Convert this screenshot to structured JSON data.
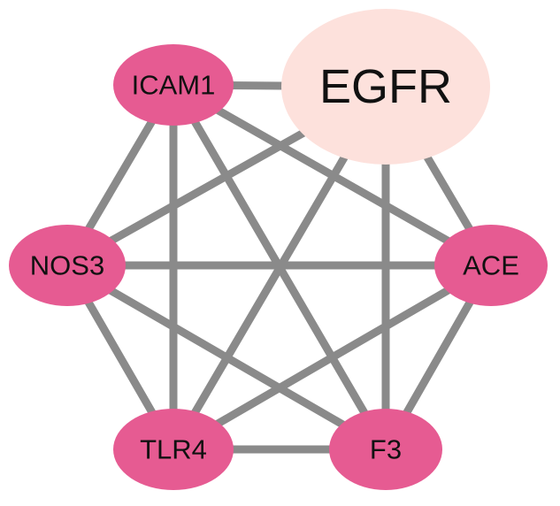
{
  "colors": {
    "edge": "#8a8a8a",
    "node_default": "#e65b92",
    "node_highlight": "#fde1dc",
    "label": "#111111"
  },
  "nodes": [
    {
      "id": "EGFR",
      "label": "EGFR",
      "color": "#fde1dc"
    },
    {
      "id": "ICAM1",
      "label": "ICAM1",
      "color": "#e65b92"
    },
    {
      "id": "NOS3",
      "label": "NOS3",
      "color": "#e65b92"
    },
    {
      "id": "ACE",
      "label": "ACE",
      "color": "#e65b92"
    },
    {
      "id": "TLR4",
      "label": "TLR4",
      "color": "#e65b92"
    },
    {
      "id": "F3",
      "label": "F3",
      "color": "#e65b92"
    }
  ],
  "edges": [
    [
      "EGFR",
      "ICAM1"
    ],
    [
      "EGFR",
      "NOS3"
    ],
    [
      "EGFR",
      "ACE"
    ],
    [
      "EGFR",
      "TLR4"
    ],
    [
      "EGFR",
      "F3"
    ],
    [
      "ICAM1",
      "NOS3"
    ],
    [
      "ICAM1",
      "ACE"
    ],
    [
      "ICAM1",
      "TLR4"
    ],
    [
      "ICAM1",
      "F3"
    ],
    [
      "NOS3",
      "ACE"
    ],
    [
      "NOS3",
      "TLR4"
    ],
    [
      "NOS3",
      "F3"
    ],
    [
      "ACE",
      "TLR4"
    ],
    [
      "ACE",
      "F3"
    ],
    [
      "TLR4",
      "F3"
    ]
  ]
}
